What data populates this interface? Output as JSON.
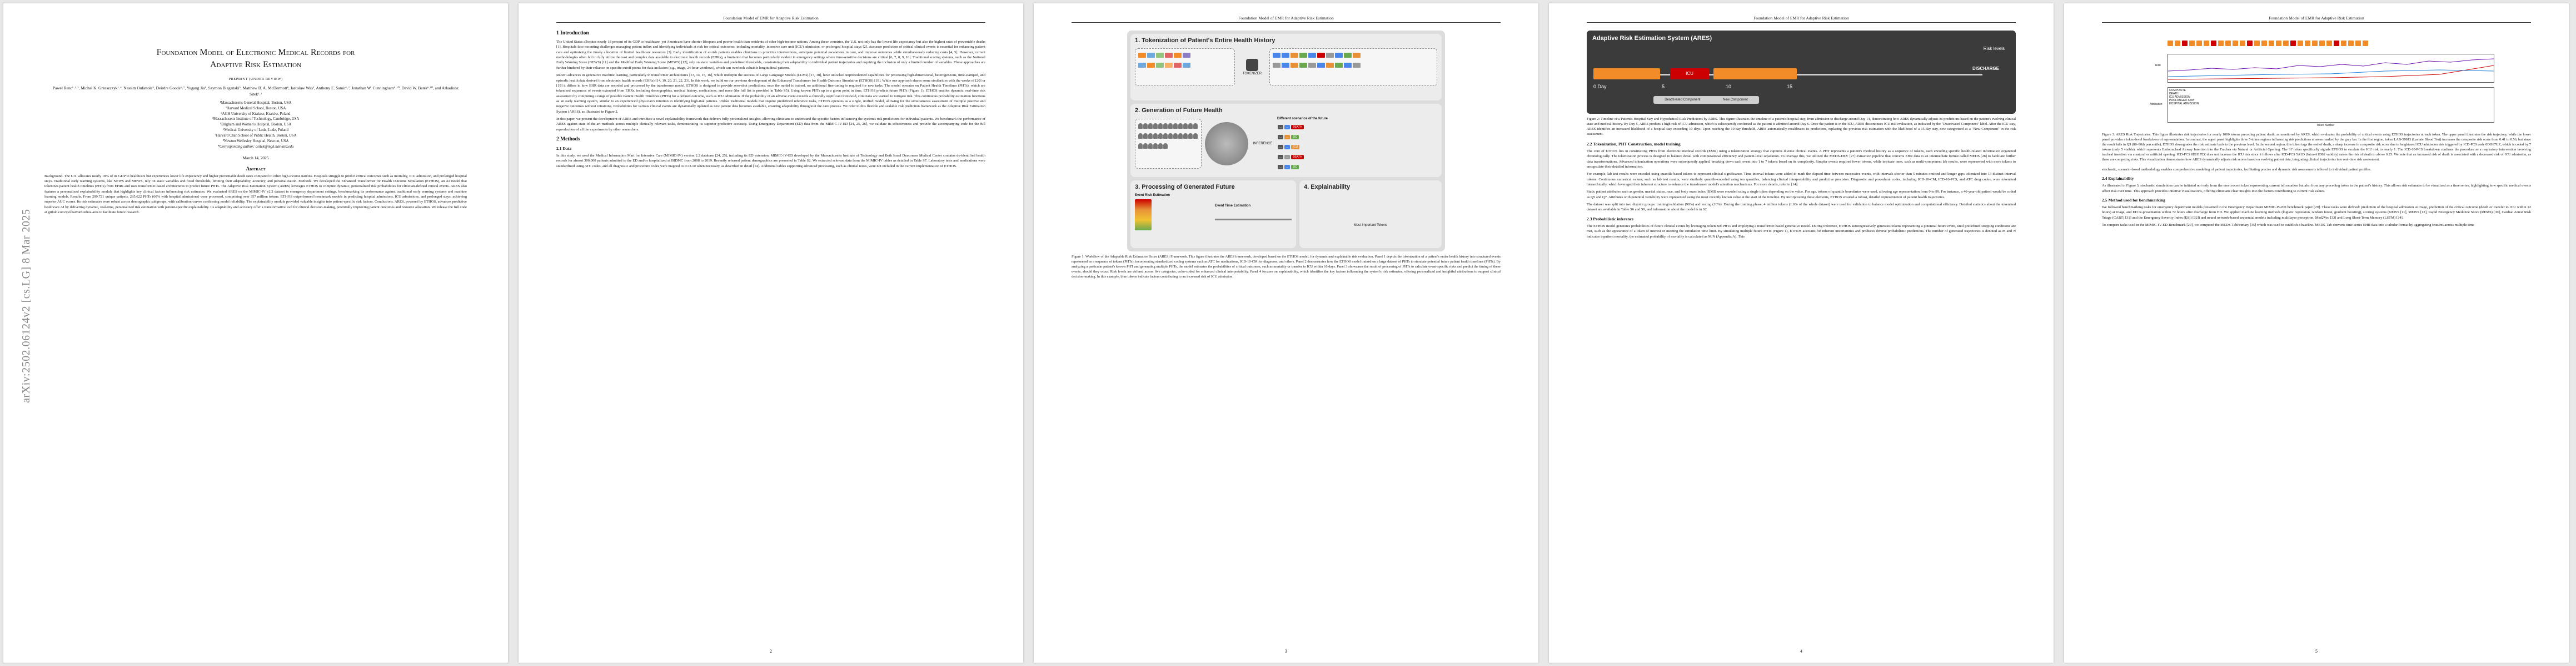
{
  "running_head": "Foundation Model of EMR for Adaptive Risk Estimation",
  "arxiv_stamp": "arXiv:2502.06124v2  [cs.LG]  8 Mar 2025",
  "page1": {
    "title_line1": "Foundation Model of Electronic Medical Records for",
    "title_line2": "Adaptive Risk Estimation",
    "preprint": "PREPRINT (UNDER REVIEW)",
    "authors": "Paweł Renc¹˒²˒³, Michał K. Grzeszczyk¹˒⁴, Nassim Oufattole⁵, Deirdre Goode⁶˒⁷, Yugang Jia⁸, Szymon Bieganski⁵, Matthew B. A. McDermott⁸, Jaroslaw Was³, Anthony E. Samir¹˒², Jonathan W. Cunningham⁹˒¹⁰, David W. Bates⁶˒¹⁰, and Arkadiusz Sitek¹˒²",
    "affiliations": [
      "¹Massachusetts General Hospital, Boston, USA",
      "²Harvard Medical School, Boston, USA",
      "³AGH University of Krakow, Kraków, Poland",
      "⁴Massachusetts Institute of Technology, Cambridge, USA",
      "⁵Brigham and Women's Hospital, Boston, USA",
      "⁶Medical University of Lodz, Lodz, Poland",
      "⁷Harvard Chan School of Public Health, Boston, USA",
      "⁸Newton Wellesley Hospital, Newton, USA",
      "*Corresponding author: asitek@mgh.harvard.edu"
    ],
    "date": "March 14, 2025",
    "abstract_heading": "Abstract",
    "abstract": "Background. The U.S. allocates nearly 18% of its GDP to healthcare but experiences lower life expectancy and higher preventable death rates compared to other high-income nations. Hospitals struggle to predict critical outcomes such as mortality, ICU admission, and prolonged hospital stays. Traditional early warning systems, like NEWS and MEWS, rely on static variables and fixed thresholds, limiting their adaptability, accuracy, and personalization. Methods. We developed the Enhanced Transformer for Health Outcome Simulation (ETHOS), an AI model that tokenizes patient health timelines (PHTs) from EHRs and uses transformer-based architectures to predict future PHTs. The Adaptive Risk Estimation System (ARES) leverages ETHOS to compute dynamic, personalized risk probabilities for clinician-defined critical events. ARES also features a personalized explainability module that highlights key clinical factors influencing risk estimates. We evaluated ARES on the MIMIC-IV v2.2 dataset in emergency department settings, benchmarking its performance against traditional early warning systems and machine learning models. Results. From 299,721 unique patients, 285,622 PHTs (60% with hospital admissions) were processed, comprising over 357 million tokens. ETHOS outperformed benchmark models in predicting hospital admissions, ICU admissions, and prolonged stays, achieving superior AUC scores. Its risk estimates were robust across demographic subgroups, with calibration curves confirming model reliability. The explainability module provided valuable insights into patient-specific risk factors. Conclusions. ARES, powered by ETHOS, advances predictive healthcare AI by delivering dynamic, real-time, personalized risk estimation with patient-specific explainability. Its adaptability and accuracy offer a transformative tool for clinical decision-making, potentially improving patient outcomes and resource allocation. We release the full code at github.com/ipolharvard/ethos-ares to facilitate future research."
  },
  "page2": {
    "h_intro": "1   Introduction",
    "intro_p1": "The United States allocates nearly 18 percent of its GDP to healthcare, yet Americans have shorter lifespans and poorer health than residents of other high-income nations. Among these countries, the U.S. not only has the lowest life expectancy but also the highest rates of preventable deaths [1]. Hospitals face mounting challenges managing patient influx and identifying individuals at risk for critical outcomes, including mortality, intensive care unit (ICU) admission, or prolonged hospital stays [2]. Accurate prediction of critical clinical events is essential for enhancing patient care and optimizing the timely allocation of limited healthcare resources [3]. Early identification of at-risk patients enables clinicians to prioritize interventions, anticipate potential escalations in care, and improve outcomes while simultaneously reducing costs [4, 5]. However, current methodologies often fail to fully utilize the vast and complex data available in electronic health records (EHRs), a limitation that becomes particularly evident in emergency settings where time-sensitive decisions are critical [6, 7, 8, 9, 10]. Traditional scoring systems, such as the National Early Warning Score (NEWS) [11] and the Modified Early Warning Score (MEWS) [12], rely on static variables and predefined thresholds, constraining their adaptability to individual patient trajectories and requiring the inclusion of only a limited number of variables. These approaches are further hindered by their reliance on specific cutoff points for data inclusion (e.g., triage, 24-hour windows), which can overlook valuable longitudinal patterns.",
    "intro_p2": "Recent advances in generative machine learning, particularly in transformer architectures [13, 14, 15, 16], which underpin the success of Large Language Models (LLMs) [17, 18], have unlocked unprecedented capabilities for processing high-dimensional, heterogeneous, time-stamped, and episodic health data derived from electronic health records (EHRs) [14, 19, 20, 21, 22, 23]. In this work, we build on our previous development of the Enhanced Transformer for Health Outcome Simulation (ETHOS) [19]. While one approach shares some similarities with the works of [20] or [19] it differs in how EHR data are encoded and processed by the transformer model. ETHOS is designed to provide zero-shot predictions; once the model is trained, no additional fine-tuning is required for new tasks. The model operates on Patient Health Timelines (PHTs), which are tokenized sequences of events extracted from EHRs, including demographics, medical history, medications, and more (the full list is provided in Table S5). Using known PHTs up to a given point in time, ETHOS predicts future PHTs (Figure 1). ETHOS enables dynamic, real-time risk assessment by computing a range of possible Patient Health Timelines (PHTs) for a defined outcome, such as ICU admission. If the probability of an adverse event exceeds a clinically significant threshold, clinicians are warned to mitigate risk. This continuous probability estimation functions as an early warning system, similar to an experienced physician's intuition in identifying high-risk patients. Unlike traditional models that require predefined reference tasks, ETHOS operates as a single, unified model, allowing for the simultaneous assessment of multiple positive and negative outcomes without retraining. Probabilities for various clinical events are dynamically updated as new patient data becomes available, ensuring adaptability throughout the care process. We refer to this flexible and scalable risk prediction framework as the Adaptive Risk Estimation System (ARES), as illustrated in Figure 2.",
    "intro_p3": "In this paper, we present the development of ARES and introduce a novel explainability framework that delivers fully personalized insights, allowing clinicians to understand the specific factors influencing the system's risk predictions for individual patients. We benchmark the performance of ARES against state-of-the-art methods across multiple clinically relevant tasks, demonstrating its superior predictive accuracy. Using Emergency Department (ED) data from the MIMIC-IV-ED [24, 25, 26], we validate its effectiveness and provide the accompanying code for the full reproduction of all the experiments by other researchers.",
    "h_methods": "2   Methods",
    "h_data": "2.1   Data",
    "data_p1": "In this study, we used the Medical Information Mart for Intensive Care (MIMIC-IV) version 2.2 database [24, 25], including its ED extension, MIMIC-IV-ED developed by the Massachusetts Institute of Technology and Beth Israel Deaconess Medical Center contains de-identified health records for almost 300,000 patients admitted to the ED and/or hospitalized at BIDMC from 2008 to 2019. Recently released patient demographics are presented in Table S2. We extracted relevant data from the MIMIC-IV tables as detailed in Table S7. Laboratory tests and medications were standardized using ATC codes, and all diagnostic and procedure codes were mapped to ICD-10 when necessary, as described in detail [14]. Additional tables supporting advanced processing, such as clinical notes, were not included in the current implementation of ETHOS.",
    "page_number": "2"
  },
  "page3": {
    "panel1_title": "1. Tokenization of Patient's Entire Health History",
    "panel2_title": "2. Generation of Future Health",
    "panel3_title": "3. Processing of Generated Future",
    "panel4_title": "4. Explainability",
    "tokenizer_label": "TOKENIZER",
    "inference_label": "INFERENCE",
    "generated_label": "Different scenarios of the future",
    "event_estimation": "Event Risk Estimation",
    "event_time": "Event Time Estimation",
    "most_important": "Most Important Tokens",
    "token_death": "DEATH",
    "token_icu": "ICU",
    "token_discharge": "DC",
    "caption": "Figure 1: Workflow of the Adaptable Risk Estimation Score (ARES) Framework. This figure illustrates the ARES framework, developed based on the ETHOS model, for dynamic and explainable risk evaluation. Panel 1 depicts the tokenization of a patient's entire health history into structured events represented as a sequence of tokens (PHTs), incorporating standardized coding systems such as ATC for medications, ICD-10-CM for diagnoses, and others. Panel 2 demonstrates how the ETHOS model trained on a large dataset of PHTs to simulate potential future patient health timelines (PHTs). By analyzing a particular patient's known PHT and generating multiple PHTs, the model estimates the probabilities of critical outcomes, such as mortality or transfer to ICU within 10 days. Panel 3 showcases the result of processing of PHTs to calculate event-specific risks and predict the timing of these events, should they occur. Risk levels are defined across five categories, color-coded for enhanced clinical interpretability. Panel 4 focuses on explainability, which identifies the key factors influencing the system's risk estimates, offering personalized and insightful attributions to support clinical decision-making. In this example, blue tokens indicate factors contributing to an increased risk of ICU admission.",
    "page_number": "3"
  },
  "page4": {
    "fig2_title": "Adaptive Risk Estimation System (ARES)",
    "risk_levels_label": "Risk levels",
    "day0": "0 Day",
    "tick5": "5",
    "tick10": "10",
    "tick15": "15",
    "icu_label": "ICU",
    "discharge_label": "DISCHARGE",
    "legend_deactivated": "Deactivated Component",
    "legend_new": "New Component",
    "caption": "Figure 2: Timeline of a Patient's Hospital Stay and Hypothetical Risk Predictions by ARES. This figure illustrates the timeline of a patient's hospital stay, from admission to discharge around Day 14, demonstrating how ARES dynamically adjusts its predictions based on the patient's evolving clinical state and medical history. By Day 5, ARES predicts a high risk of ICU admission, which is subsequently confirmed as the patient is admitted around Day 6. Once the patient is in the ICU, ARES discontinues ICU risk evaluation, as indicated by the \"Deactivated Component\" label. After the ICU stay, ARES identifies an increased likelihood of a hospital stay exceeding 10 days. Upon reaching the 10-day threshold, ARES automatically recalibrates its predictions, replacing the previous risk estimation with the likelihood of a 15-day stay, now categorized as a \"New Component\" in the risk assessment.",
    "h_tok": "2.2   Tokenization, PHT Construction, model training",
    "tok_p1": "The core of ETHOS lies in constructing PHTs from electronic medical records (EMR) using a tokenization strategy that captures diverse clinical events. A PHT represents a patient's medical history as a sequence of tokens, each encoding specific health-related information organized chronologically. The tokenization process is designed to balance detail with computational efficiency and patient-level separation. To leverage this, we utilized the MEDS-DEV [27] extraction pipeline that converts EHR data to an intermediate format called MEDS [28] to facilitate further data transformations. Advanced tokenization operations were subsequently applied, breaking down each event into 1 to 7 tokens based on its complexity. Simpler events required fewer tokens, while intricate ones, such as multi-component lab results, were represented with more tokens to encapsulate their detailed information.",
    "tok_p2": "For example, lab test results were encoded using quantile-based tokens to represent clinical significance. Time-interval tokens were added to mark the elapsed time between successive events, with intervals shorter than 5 minutes omitted and longer gaps tokenized into 13 distinct interval tokens. Continuous numerical values, such as lab test results, were similarly quantile-encoded using ten quantiles, balancing clinical interpretability and predictive precision. Diagnostic and procedural codes, including ICD-10-CM, ICD-10-PCS, and ATC drug codes, were tokenized hierarchically, which leveraged their inherent structure to enhance the transformer model's attention mechanisms. For more details, refer to [14].",
    "tok_p3": "Static patient attributes such as gender, marital status, race, and body mass index (BMI) were encoded using a single token depending on the value. For age, tokens of quantile boundaries were used, allowing age representation from 0 to 99. For instance, a 46-year-old patient would be coded as Q5 and Q7. Attributes with potential variability were represented using the most recently known value at the start of the timeline. By incorporating these elements, ETHOS ensured a robust, detailed representation of patient health trajectories.",
    "tok_p4": "The dataset was split into two disjoint groups: training/validation (90%) and testing (10%). During the training phase, 4 million tokens (1.6% of the whole dataset) were used for validation to balance model optimization and computational efficiency. Detailed statistics about the tokenized dataset are available in Table S6 and S9, and information about the model is in S2.",
    "h_prob": "2.3   Probabilistic inference",
    "prob_p1": "The ETHOS model generates probabilities of future clinical events by leveraging tokenized PHTs and employing a transformer-based generative model. During inference, ETHOS autoregressively generates tokens representing a potential future event, until predefined stopping conditions are met, such as the appearance of a token of interest or meeting the simulation time limit. By simulating multiple future PHTs (Figure 1), ETHOS accounts for inherent uncertainties and produces diverse probabilistic predictions. The number of generated trajectories is denoted as M and N indicates inpatient mortality, the estimated probability of mortality is calculated as M/N (Appendix A). This",
    "page_number": "4"
  },
  "page5": {
    "legend_items": [
      "COMPOSITE",
      "DEATH",
      "ICU ADMISSION",
      "PROLONGED STAY",
      "HOSPITAL ADMISSION"
    ],
    "ylabel_top": "Risk",
    "ylabel_bottom": "Attribution",
    "xlabel": "Token Number",
    "caption": "Figure 3: ARES Risk Trajectories. This figure illustrates risk trajectories for nearly 1000 tokens preceding patient death, as monitored by ARES, which evaluates the probability of critical events using ETHOS trajectories at each token. The upper panel illustrates the risk trajectory, while the lower panel provides a token-level breakdown of representation. In contrast, the upper panel highlights three 5-token regions influencing risk predictions at areas marked by the gray bar. In the first region, token LAB-50813 (Lactate Blood Test) increases the composite risk score from 0.41 to 0.56, but since the result falls in Q9 (88–90th percentile), ETHOS downgrades the risk estimate back to the previous level. In the second region, this token tags the end of death, a sharp increase in composite risk score due to heightened ICU admission risk triggered by ICD-PCS code 0DH67UZ, which is coded by 7 tokens (only 5 visible), which represents Endotracheal Airway Insertion into the Trachea via Natural or Artificial Opening. The 'H' refers specifically signals ETHOS to escalate the ICU risk to nearly 1. The ICD-10-PCS breakdown confirms the procedure as a respiratory intervention involving tracheal insertion via a natural or artificial opening. ICD-PCS 0BH17EZ does not increase the ICU risk since it follows after ICD-PCS 5A1D (Intra-A1D02 validity) raises the risk of death to above 0.25. We note that an increased risk of death is associated with a decreased risk of ICU admission, as these are competing risks. This visualization demonstrates how ARES dynamically adjusts risk scores based on evolving patient data, integrating clinical trajectories into real-time risk assessment.",
    "body_p1": "stochastic, scenario-based methodology enables comprehensive modeling of patient trajectories, facilitating precise and dynamic risk assessments tailored to individual patient profiles.",
    "h_expl": "2.4   Explainability",
    "expl_p1": "As illustrated in Figure 3, stochastic simulations can be initiated not only from the most recent token representing current information but also from any preceding token in the patient's history. This allows risk estimates to be visualized as a time series, highlighting how specific medical events affect risk over time. This approach provides intuitive visualizations, offering clinicians clear insights into the factors contributing to current risk values.",
    "h_bench": "2.5   Method used for benchmarking",
    "bench_p1": "We followed benchmarking tasks for emergency department models presented in the Emergency Department MIMIC-IV-ED benchmark paper [29]. These tasks were defined: prediction of the hospital admission at triage, prediction of the critical outcome (death or transfer to ICU within 12 hours) at triage, and ED re-presentation within 72 hours after discharge from ED. We applied machine learning methods (logistic regression, random forest, gradient boosting), scoring systems (NEWS [11], MEWS [12], Rapid Emergency Medicine Score (REMS) [30], Cardiac Arrest Risk Triage (CART) [31] and the Emergency Severity Index (ESI) [32]) and neural network-based sequential models including multilayer perceptron, Med2Vec [33] and Long Short-Term Memory (LSTM) [34].",
    "bench_p2": "To compare tasks used in the MIMIC-IV-ED-Benchmark [29], we computed the MEDS-TabPrimary [35] which was used to establish a baseline. MEDS-Tab converts time-series EHR data into a tabular format by aggregating features across multiple time",
    "page_number": "5"
  }
}
